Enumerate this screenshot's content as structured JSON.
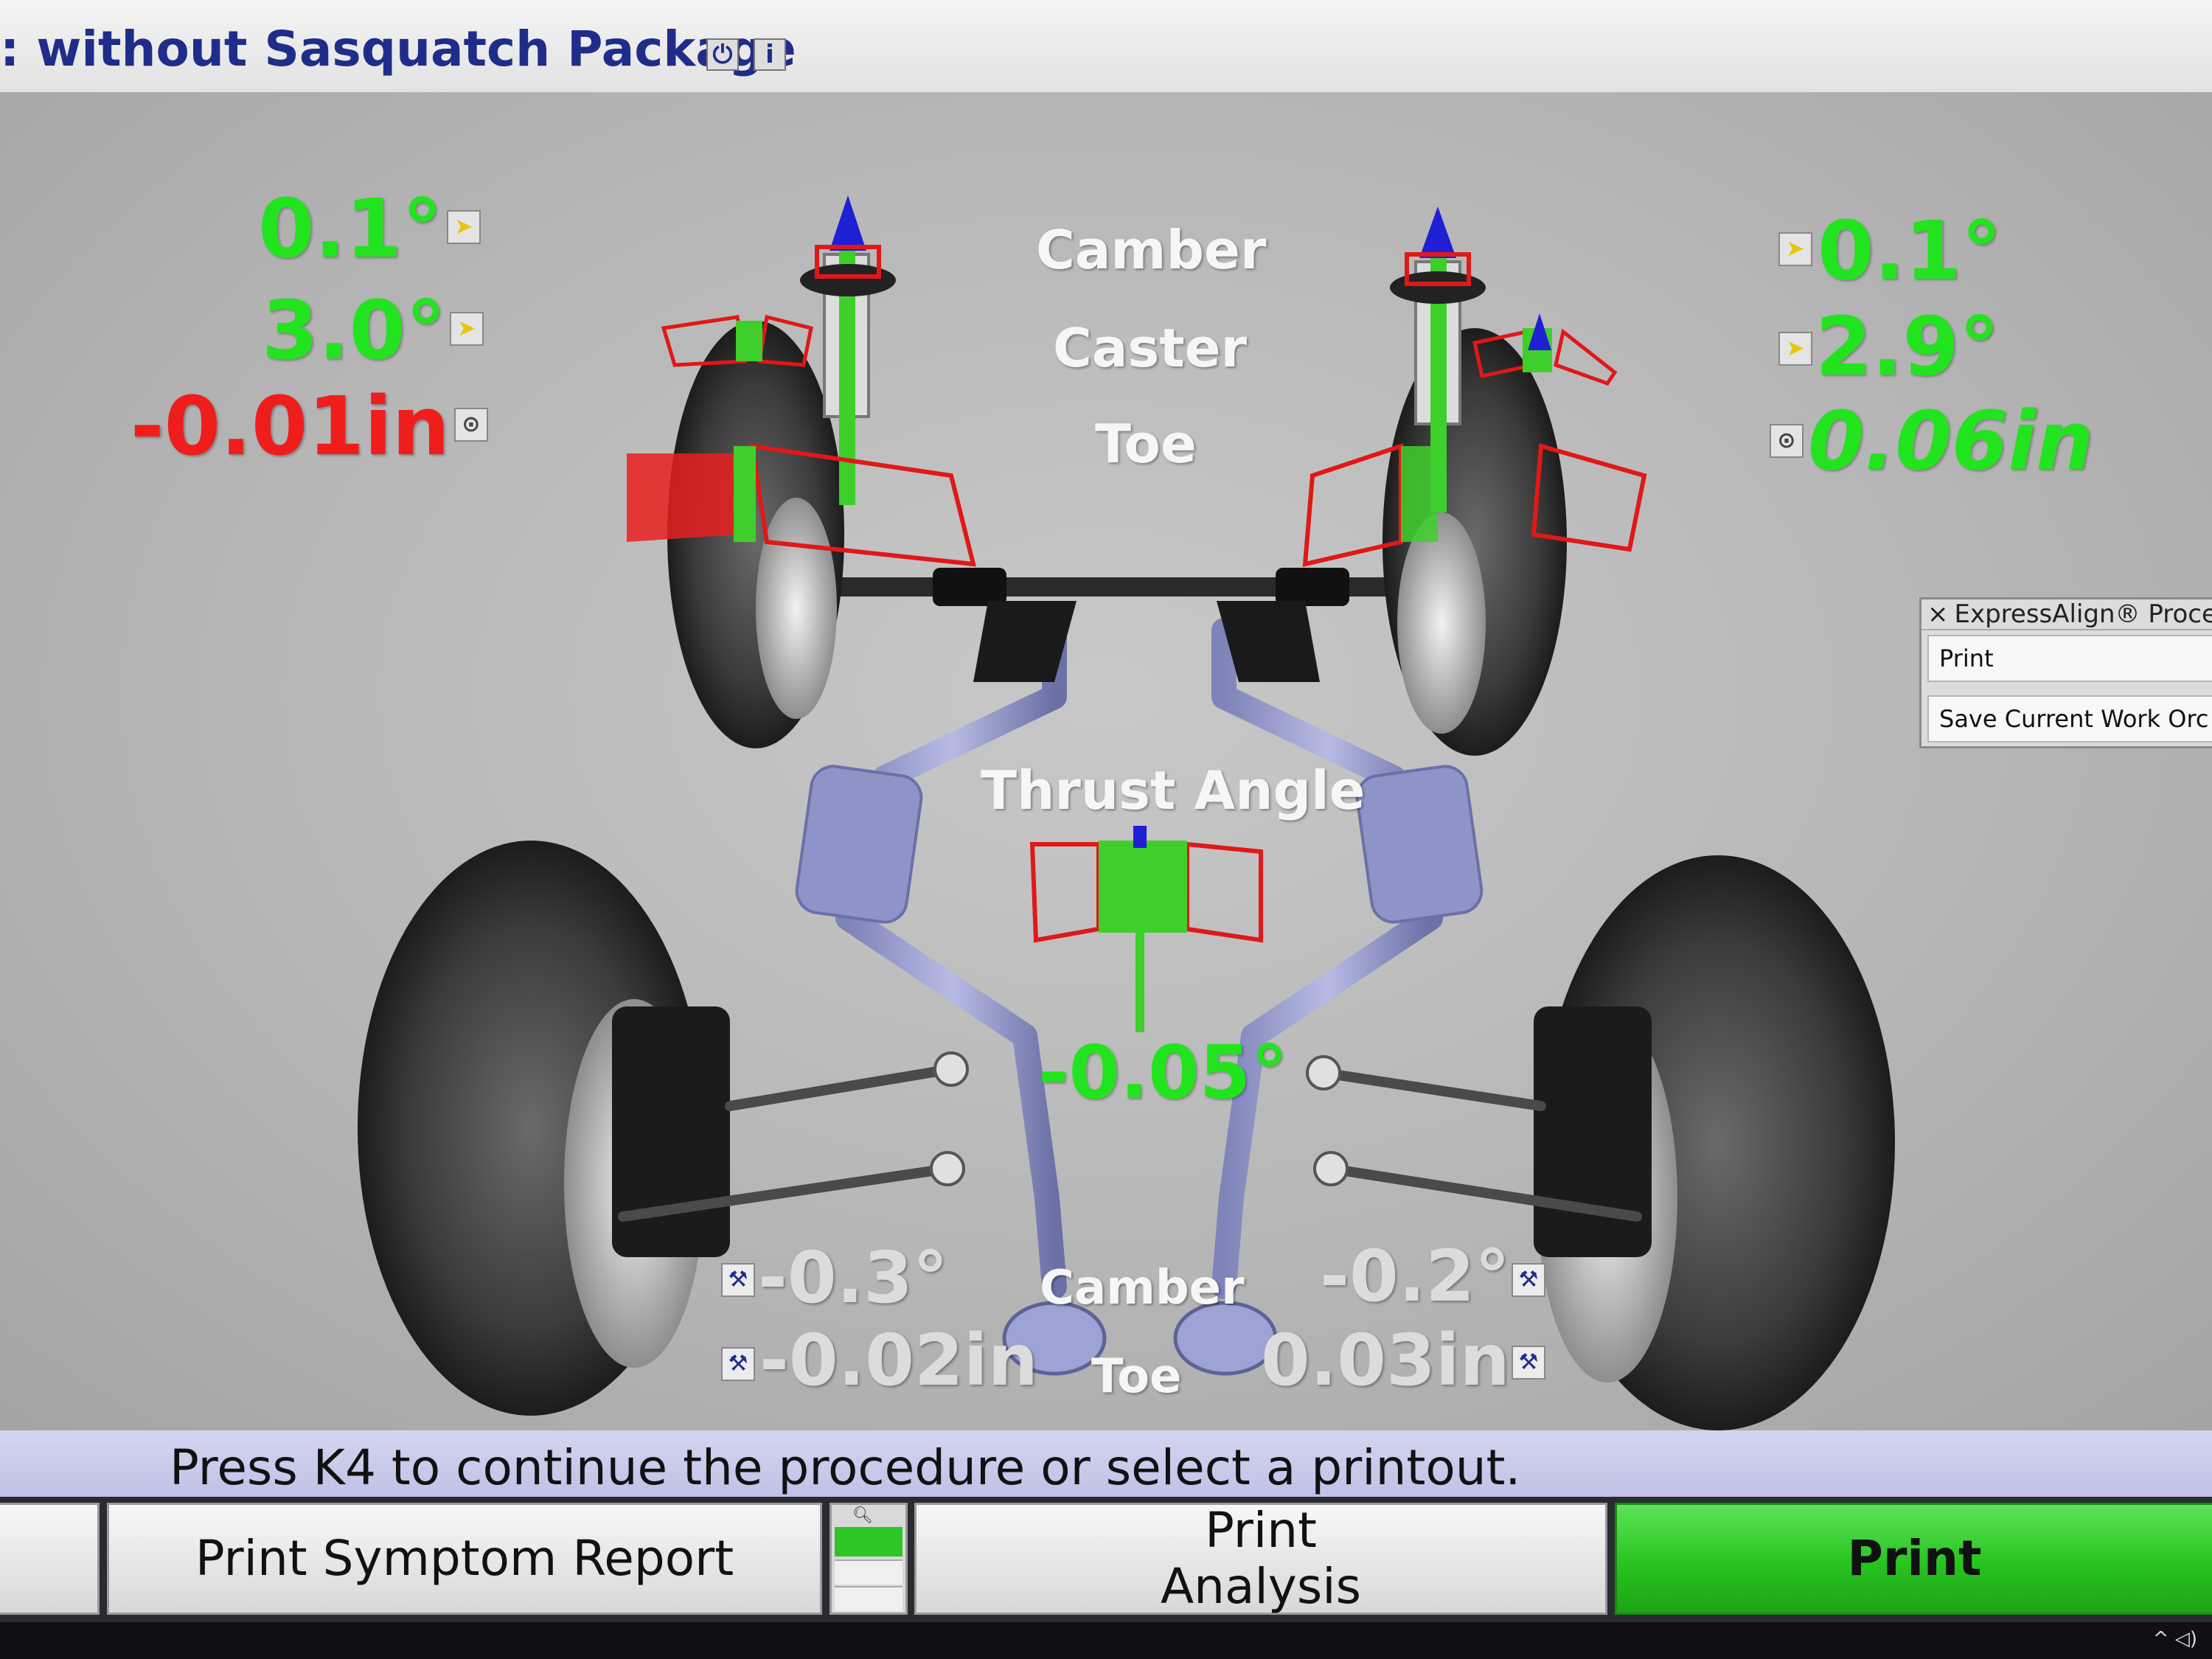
{
  "header": {
    "title": ": without Sasquatch Package",
    "icon_button_1": "⏻",
    "icon_button_2": "i"
  },
  "front": {
    "labels": {
      "camber": "Camber",
      "caster": "Caster",
      "toe": "Toe"
    },
    "left": {
      "camber": "0.1°",
      "caster": "3.0°",
      "toe": "-0.01in"
    },
    "right": {
      "camber": "0.1°",
      "caster": "2.9°",
      "toe": "0.06in"
    }
  },
  "thrust": {
    "label": "Thrust Angle",
    "value": "-0.05°"
  },
  "rear": {
    "labels": {
      "camber": "Camber",
      "toe": "Toe"
    },
    "left": {
      "camber": "-0.3°",
      "toe": "-0.02in"
    },
    "right": {
      "camber": "-0.2°",
      "toe": "0.03in"
    }
  },
  "popup": {
    "close_icon": "×",
    "title": "ExpressAlign® Proce",
    "items": [
      "Print",
      "Save Current Work Orc"
    ]
  },
  "instruction": "Press K4 to continue the procedure or select a printout.",
  "softkeys": {
    "k2": "Print Symptom Report",
    "k3": "Print\nAnalysis",
    "k4": "Print"
  },
  "colors": {
    "in_spec": "#22e41e",
    "out_of_spec": "#f01d1d",
    "header_text": "#1f2d8a",
    "instruction_bar": "#c8cbec",
    "print_key": "#2ec526"
  }
}
